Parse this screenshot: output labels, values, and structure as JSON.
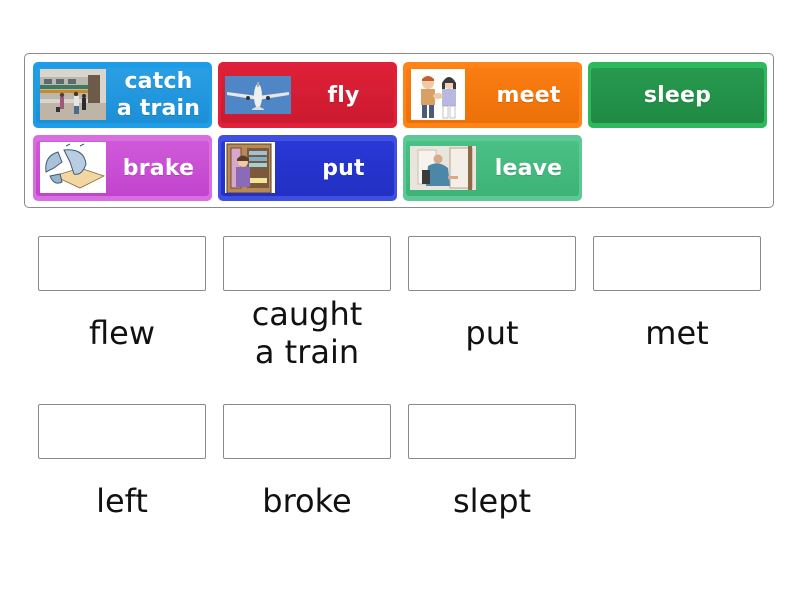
{
  "tray": {
    "tiles": [
      {
        "label": "catch\na train",
        "label_line1": "catch",
        "label_line2": "a train",
        "color": "#1d9de8",
        "image": "train-photo"
      },
      {
        "label": "fly",
        "color": "#e0203a",
        "image": "airplane-photo"
      },
      {
        "label": "meet",
        "color": "#ff8316",
        "image": "handshake-illustration"
      },
      {
        "label": "sleep",
        "color": "#279a4f",
        "image": null
      },
      {
        "label": "brake",
        "color": "#cf5ad9",
        "image": "broken-plate-illustration"
      },
      {
        "label": "put",
        "color": "#2a38d6",
        "image": "wardrobe-illustration"
      },
      {
        "label": "leave",
        "color": "#4ac086",
        "image": "man-leaving-photo"
      }
    ]
  },
  "targets": [
    {
      "answer": "flew"
    },
    {
      "answer": "caught a train",
      "answer_line1": "caught",
      "answer_line2": "a train"
    },
    {
      "answer": "put"
    },
    {
      "answer": "met"
    },
    {
      "answer": "left"
    },
    {
      "answer": "broke"
    },
    {
      "answer": "slept"
    }
  ]
}
